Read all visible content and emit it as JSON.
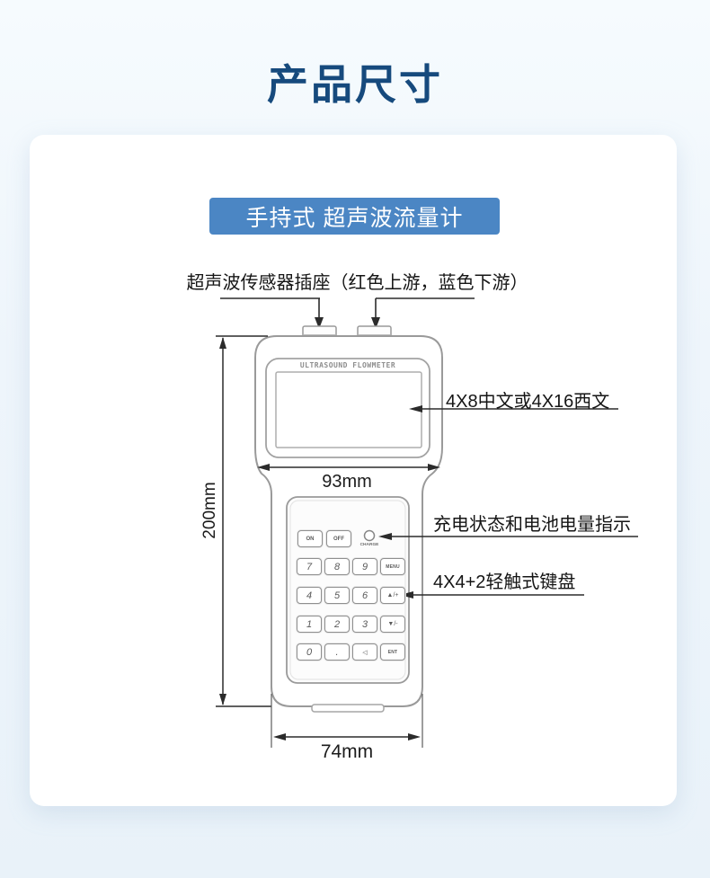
{
  "page": {
    "title": "产品尺寸",
    "badge": "手持式 超声波流量计"
  },
  "annotations": {
    "sensor_socket": "超声波传感器插座（红色上游，蓝色下游）",
    "display_spec": "4X8中文或4X16西文",
    "charge_indicator": "充电状态和电池电量指示",
    "keypad_spec": "4X4+2轻触式键盘"
  },
  "dimensions": {
    "height": "200mm",
    "top_width": "93mm",
    "bottom_width": "74mm"
  },
  "device": {
    "brand_text": "ULTRASOUND FLOWMETER",
    "keypad": {
      "power": [
        "ON",
        "OFF"
      ],
      "charge_label": "CHARGE",
      "rows": [
        [
          "7",
          "8",
          "9",
          "MENU"
        ],
        [
          "4",
          "5",
          "6",
          "▲/+"
        ],
        [
          "1",
          "2",
          "3",
          "▼/-"
        ],
        [
          "0",
          ".",
          "◁",
          "ENT"
        ]
      ]
    }
  },
  "colors": {
    "title": "#164a7d",
    "badge_bg": "#4b86c4",
    "page_bg": "#eef5fb",
    "card_bg": "#ffffff",
    "line_art": "#9a9a9a",
    "dimension_line": "#2b2b2b"
  }
}
